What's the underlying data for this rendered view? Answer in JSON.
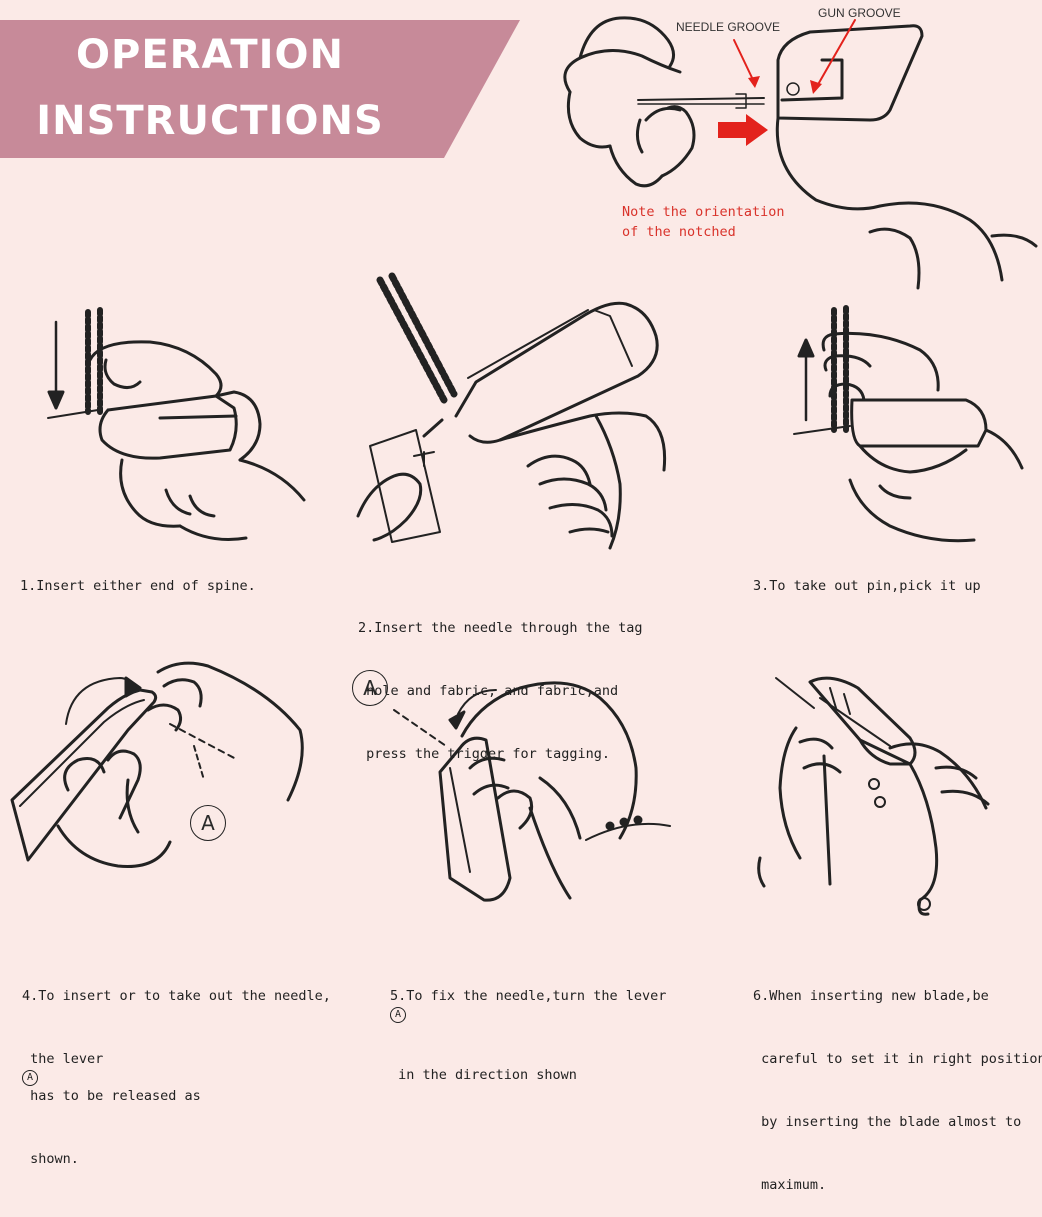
{
  "header": {
    "title_line1": "OPERATION",
    "title_line2": "INSTRUCTIONS"
  },
  "colors": {
    "banner": "#c78a99",
    "background": "#fbeae7",
    "accent_red": "#e3221c",
    "ink": "#222222"
  },
  "detail": {
    "needle_groove_label": "NEEDLE GROOVE",
    "gun_groove_label": "GUN GROOVE",
    "note_line1": "Note the orientation",
    "note_line2": "of the notched"
  },
  "steps": [
    {
      "lines": [
        "1.Insert either end of spine."
      ]
    },
    {
      "lines": [
        "2.Insert the needle through the tag",
        " hole and fabric, and fabric,and",
        " press the trigger for tagging."
      ]
    },
    {
      "lines": [
        "3.To take out pin,pick it up"
      ]
    },
    {
      "lines_pre": "4.To insert or to take out the needle,",
      "line2_before": " the lever ",
      "line2_after": " has to be released as",
      "line3": " shown.",
      "marker": "A"
    },
    {
      "line1_before": "5.To fix the needle,turn the lever ",
      "line2": " in the direction shown",
      "marker": "A"
    },
    {
      "lines": [
        "6.When inserting new blade,be",
        " careful to set it in right position",
        " by inserting the blade almost to",
        " maximum."
      ]
    }
  ],
  "markers": {
    "step4_label": "A",
    "step5_label": "A"
  }
}
